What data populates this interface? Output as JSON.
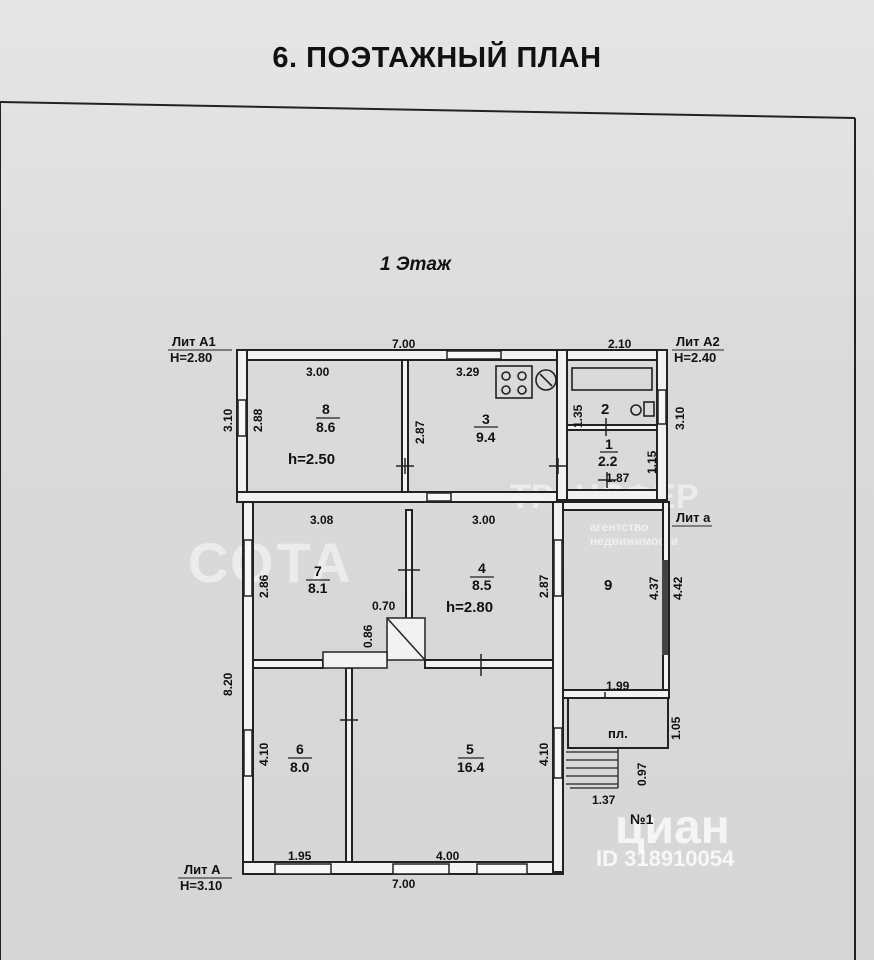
{
  "document": {
    "title": "6. ПОЭТАЖНЫЙ ПЛАН",
    "floor_title": "1 Этаж"
  },
  "plan": {
    "letters": [
      {
        "id": "lit-a1",
        "label": "Лит А1",
        "height": "H=2.80"
      },
      {
        "id": "lit-a2",
        "label": "Лит А2",
        "height": "H=2.40"
      },
      {
        "id": "lit-a-small",
        "label": "Лит а",
        "height": ""
      },
      {
        "id": "lit-a",
        "label": "Лит А",
        "height": "H=3.10"
      }
    ],
    "rooms": [
      {
        "num": "8",
        "area": "8.6"
      },
      {
        "num": "3",
        "area": "9.4"
      },
      {
        "num": "2",
        "area": ""
      },
      {
        "num": "1",
        "area": "2.2"
      },
      {
        "num": "7",
        "area": "8.1"
      },
      {
        "num": "4",
        "area": "8.5"
      },
      {
        "num": "9",
        "area": ""
      },
      {
        "num": "6",
        "area": "8.0"
      },
      {
        "num": "5",
        "area": "16.4"
      },
      {
        "num": "пл.",
        "area": ""
      }
    ],
    "ceiling_heights": [
      "h=2.50",
      "h=2.80"
    ],
    "dimensions": {
      "top_total": "7.00",
      "top_left": "3.00",
      "top_mid": "3.29",
      "top_right": "2.10",
      "left_top": "3.10",
      "inner_288": "2.88",
      "inner_287": "2.87",
      "v135": "1.35",
      "right_top": "3.10",
      "v115": "1.15",
      "h187": "1.87",
      "mid_308": "3.08",
      "mid_300": "3.00",
      "v286": "2.86",
      "v287b": "2.87",
      "v437": "4.37",
      "v442": "4.42",
      "h070": "0.70",
      "v086": "0.86",
      "left_total": "8.20",
      "h199": "1.99",
      "v105": "1.05",
      "v410a": "4.10",
      "v410b": "4.10",
      "v097": "0.97",
      "h137": "1.37",
      "bottom_195": "1.95",
      "bottom_400": "4.00",
      "bottom_total": "7.00"
    },
    "porch_label": "№1"
  },
  "watermarks": {
    "sota": "СОТА",
    "transfer": "ТРАНСФЕР",
    "agency": "агентство недвижимости",
    "cian": "циан",
    "cian_id": "ID 318910054"
  }
}
